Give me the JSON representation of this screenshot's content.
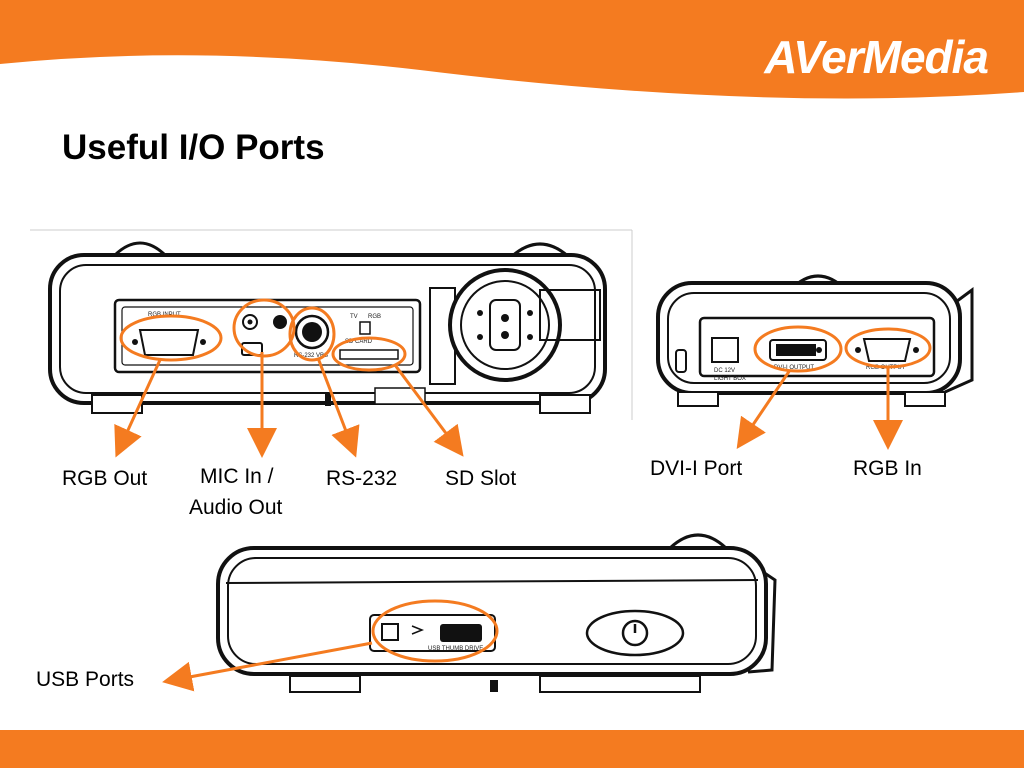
{
  "header": {
    "logo_text": "AVerMedia",
    "accent_color": "#f47b20"
  },
  "title": "Useful I/O Ports",
  "port_labels": {
    "rgb_out": "RGB Out",
    "mic_in": "MIC In /",
    "audio_out": "Audio Out",
    "rs232": "RS-232",
    "sd_slot": "SD Slot",
    "dvi_port": "DVI-I Port",
    "rgb_in": "RGB In",
    "usb_ports": "USB Ports"
  },
  "panel_text": {
    "rgb_input": "RGB INPUT",
    "tv": "TV",
    "rgb": "RGB",
    "sd_card": "SD CARD",
    "rs232_vbs": "RS-232 VBS",
    "dc12v": "DC 12V",
    "light_box": "LIGHT BOX",
    "dvi_output": "DVI-I OUTPUT",
    "rgb_output": "RGB OUTPUT",
    "usb_thumb_drive": "USB THUMB DRIVE"
  }
}
